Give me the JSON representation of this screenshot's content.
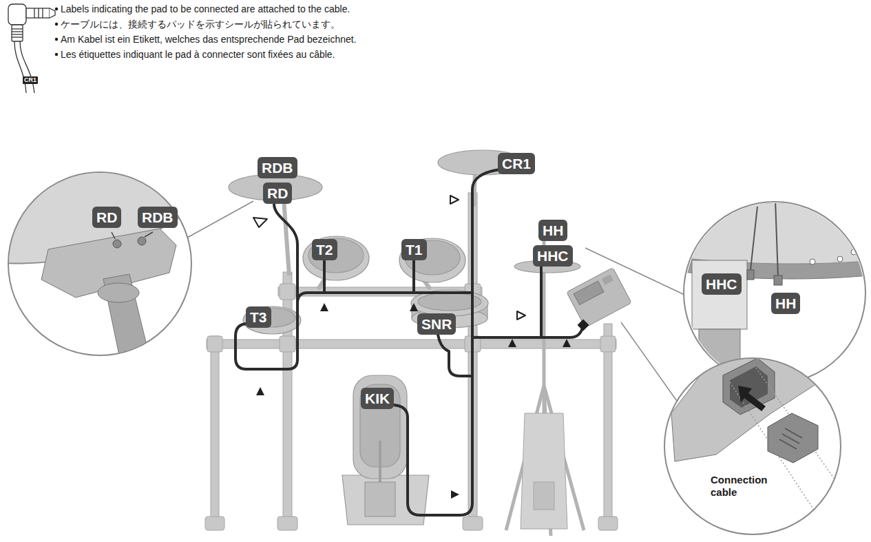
{
  "diagram": {
    "nodes": [
      {
        "text": [
          "CR1"
        ]
      },
      {
        "text": [
          "CR1"
        ]
      },
      {
        "text": [
          "RDB"
        ]
      },
      {
        "text": [
          "RD"
        ]
      },
      {
        "text": [
          "RD"
        ]
      },
      {
        "text": [
          "RDB"
        ]
      },
      {
        "text": [
          "HH"
        ]
      },
      {
        "text": [
          "T2"
        ]
      },
      {
        "text": [
          "T1"
        ]
      },
      {
        "text": [
          "HHC"
        ]
      },
      {
        "text": [
          "HHC"
        ]
      },
      {
        "text": [
          "HH"
        ]
      },
      {
        "text": [
          "T3"
        ]
      },
      {
        "text": [
          "SNR"
        ]
      },
      {
        "text": [
          "KIK"
        ]
      }
    ],
    "labels": [
      "Labels indicating the pad to be connected are attached to the cable.",
      "ケーブルには、接続するパッドを示すシールが貼られています。",
      "Am Kabel ist ein Etikett, welches das entsprechende Pad bezeichnet.",
      "Les étiquettes indiquant le pad à connecter sont fixées au câble.",
      "Connection cable"
    ]
  }
}
